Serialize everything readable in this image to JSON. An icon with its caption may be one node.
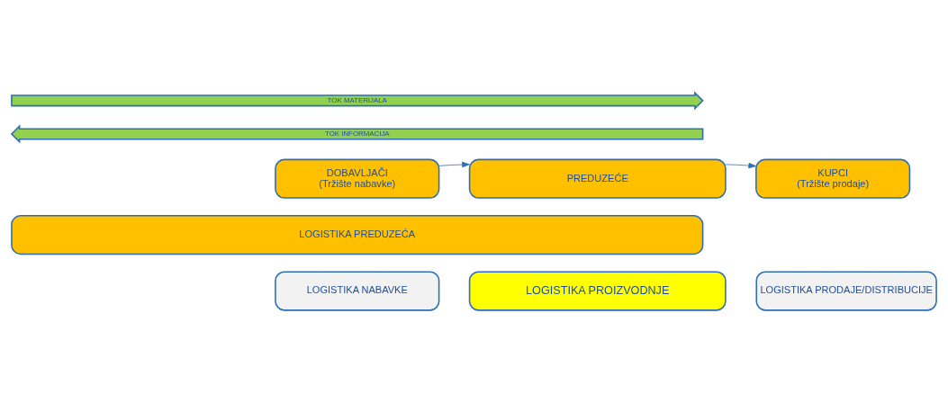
{
  "diagram": {
    "nodes": [
      {
        "text": [
          "TOK MATERIJALA"
        ]
      },
      {
        "text": [
          "TOK INFORMACIJA"
        ]
      },
      {
        "text": [
          "DOBAVLJAČI",
          "(Tržište nabavke)"
        ]
      },
      {
        "text": [
          "PREDUZEĆE"
        ]
      },
      {
        "text": [
          "KUPCI",
          "(Tržište prodaje)"
        ]
      },
      {
        "text": [
          "LOGISTIKA PREDUZEĆA"
        ]
      },
      {
        "text": [
          "LOGISTIKA NABAVKE"
        ]
      },
      {
        "text": [
          "LOGISTIKA PROIZVODNJE"
        ]
      },
      {
        "text": [
          "LOGISTIKA PRODAJE/DISTRIBUCIJE"
        ]
      }
    ],
    "edges": [
      {
        "from": 2,
        "to": 3,
        "arrow": "to"
      },
      {
        "from": 3,
        "to": 4,
        "arrow": "to"
      }
    ]
  }
}
